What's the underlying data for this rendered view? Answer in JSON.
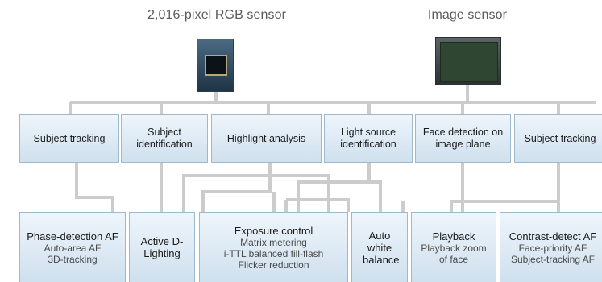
{
  "sensors": {
    "left": {
      "title": "2,016-pixel RGB sensor",
      "icon": "rgb-sensor-chip-icon"
    },
    "right": {
      "title": "Image sensor",
      "icon": "image-sensor-chip-icon"
    }
  },
  "functions": [
    "Subject tracking",
    "Subject identification",
    "Highlight analysis",
    "Light source identification",
    "Face detection on image plane",
    "Subject tracking"
  ],
  "outputs": [
    {
      "title": "Phase-detection AF",
      "sub": [
        "Auto-area AF",
        "3D-tracking"
      ]
    },
    {
      "title": "Active D-Lighting",
      "sub": []
    },
    {
      "title": "Exposure control",
      "sub": [
        "Matrix metering",
        "i-TTL balanced fill-flash",
        "Flicker reduction"
      ]
    },
    {
      "title": "Auto white balance",
      "sub": []
    },
    {
      "title": "Playback",
      "sub": [
        "Playback zoom of face"
      ]
    },
    {
      "title": "Contrast-detect AF",
      "sub": [
        "Face-priority AF",
        "Subject-tracking AF"
      ]
    }
  ],
  "colors": {
    "box_fill_top": "#eef5fb",
    "box_fill_bottom": "#cfe0ee",
    "box_border": "#9fb9cc",
    "connector": "#cccccc",
    "title_text": "#5a5a5a"
  }
}
